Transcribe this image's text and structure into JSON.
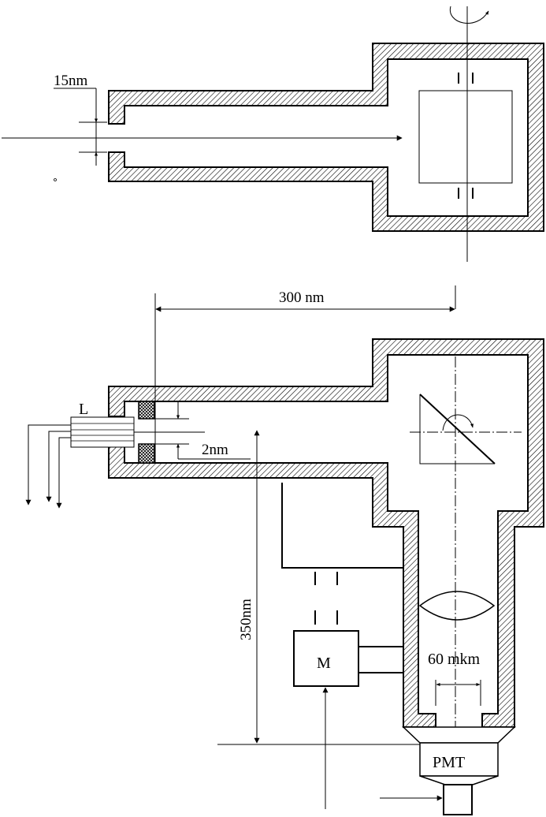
{
  "top_diagram": {
    "gap_label": "15nm"
  },
  "bottom_diagram": {
    "light_source_label": "L",
    "length_label": "300 nm",
    "slit_label": "2nm",
    "height_label": "350nm",
    "motor_label": "M",
    "aperture_label": "60 mkm",
    "detector_label": "PMT"
  },
  "colors": {
    "line": "#000000",
    "background": "#ffffff"
  }
}
